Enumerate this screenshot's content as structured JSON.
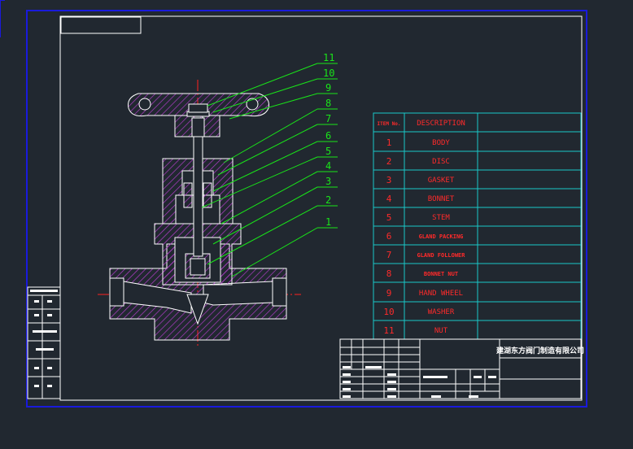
{
  "colors": {
    "background": "#212830",
    "frame": "#1a1adc",
    "line": "#ffffff",
    "leader": "#19e619",
    "bom_grid": "#19c8c8",
    "bom_text": "#ff2a2a",
    "hatch": "#b03cc8",
    "centerline": "#ff2020"
  },
  "leader_numbers": [
    "11",
    "10",
    "9",
    "8",
    "7",
    "6",
    "5",
    "4",
    "3",
    "2",
    "1"
  ],
  "bom": {
    "header_item": "ITEM No.",
    "header_description": "DESCRIPTION",
    "rows": [
      {
        "no": "1",
        "desc": "BODY"
      },
      {
        "no": "2",
        "desc": "DISC"
      },
      {
        "no": "3",
        "desc": "GASKET"
      },
      {
        "no": "4",
        "desc": "BONNET"
      },
      {
        "no": "5",
        "desc": "STEM"
      },
      {
        "no": "6",
        "desc": "GLAND PACKING"
      },
      {
        "no": "7",
        "desc": "GLAND FOLLOWER"
      },
      {
        "no": "8",
        "desc": "BONNET NUT"
      },
      {
        "no": "9",
        "desc": "HAND WHEEL"
      },
      {
        "no": "10",
        "desc": "WASHER"
      },
      {
        "no": "11",
        "desc": "NUT"
      }
    ]
  },
  "title_block": {
    "company": "建湖东方阀门制造有限公司"
  }
}
